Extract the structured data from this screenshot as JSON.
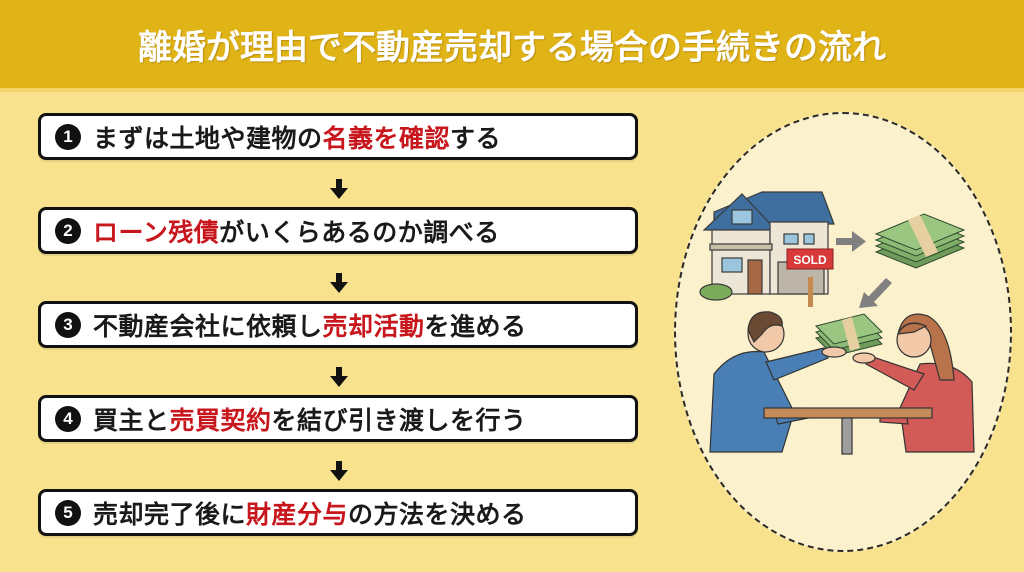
{
  "header": {
    "title": "離婚が理由で不動産売却する場合の手続きの流れ"
  },
  "colors": {
    "header_bg": "#E0B317",
    "page_bg": "#F8E28E",
    "highlight": "#C8161D",
    "text": "#1a1a1a",
    "oval_fill": "#FBF1CC"
  },
  "steps": [
    {
      "number": "1",
      "pre": "まずは土地や建物の",
      "highlight": "名義を確認",
      "post": "する"
    },
    {
      "number": "2",
      "pre": "",
      "highlight": "ローン残債",
      "post": "がいくらあるのか調べる"
    },
    {
      "number": "3",
      "pre": "不動産会社に依頼し",
      "highlight": "売却活動",
      "post": "を進める"
    },
    {
      "number": "4",
      "pre": "買主と",
      "highlight": "売買契約",
      "post": "を結び引き渡しを行う"
    },
    {
      "number": "5",
      "pre": "売却完了後に",
      "highlight": "財産分与",
      "post": "の方法を決める"
    }
  ],
  "illustration": {
    "sign_label": "SOLD",
    "description": "house-sold-to-money-split-between-couple"
  }
}
